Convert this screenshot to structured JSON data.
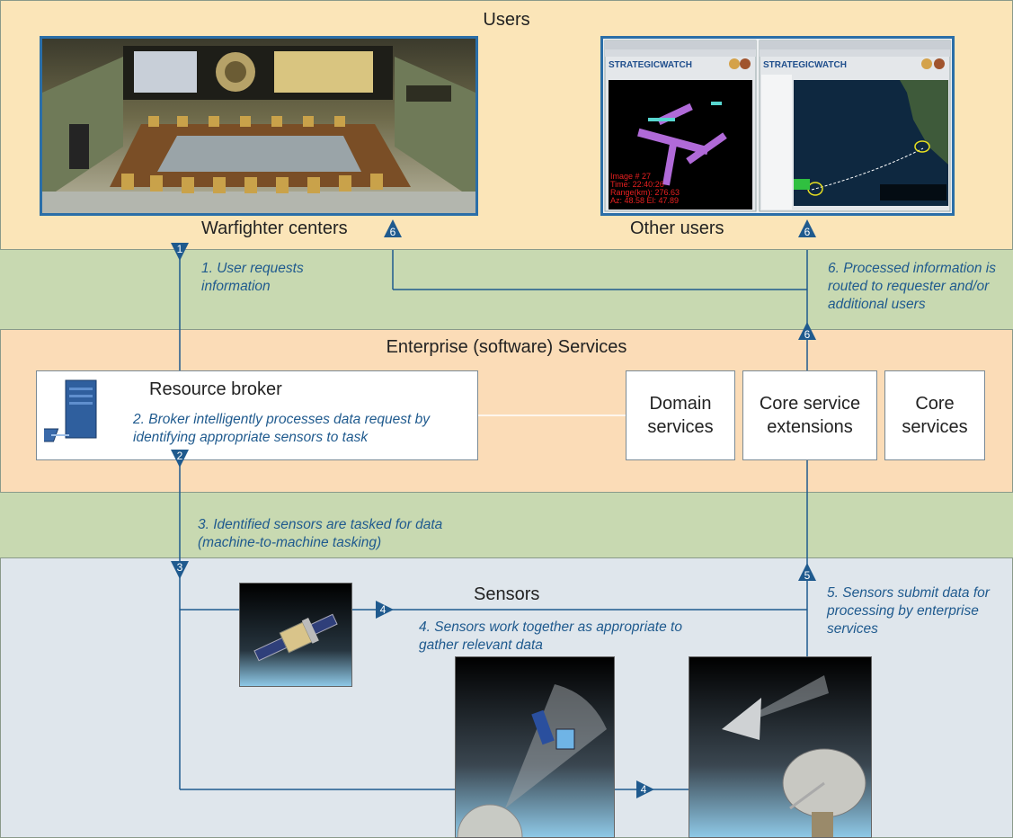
{
  "users": {
    "title": "Users",
    "warfighter_label": "Warfighter centers",
    "other_label": "Other users"
  },
  "screens": {
    "brand": "STRATEGICWATCH",
    "image_line1": "Image # 27",
    "image_line2": "Time: 22:40:26",
    "image_line3": "Range(km): 276.63",
    "image_line4": "Az: 48.58  El: 47.89"
  },
  "enterprise": {
    "title": "Enterprise (software) Services",
    "resource_broker": "Resource broker",
    "domain_services": "Domain services",
    "core_service_extensions": "Core service extensions",
    "core_services": "Core services"
  },
  "sensors": {
    "title": "Sensors"
  },
  "steps": {
    "s1": "1. User requests information",
    "s2": "2. Broker intelligently processes data request by identifying appropriate sensors to task",
    "s3": "3. Identified sensors are tasked for data (machine-to-machine tasking)",
    "s4": "4. Sensors work together as appropriate to gather relevant data",
    "s5": "5. Sensors submit data for processing by enterprise services",
    "s6": "6. Processed information is routed to requester and/or additional users"
  },
  "badges": {
    "b1": "1",
    "b2": "2",
    "b3": "3",
    "b4": "4",
    "b5": "5",
    "b6": "6"
  },
  "colors": {
    "users_band": "#fbe5b8",
    "enterprise_band": "#fbdcb7",
    "sensors_band": "#dfe6ec",
    "background": "#c8d9b1",
    "line": "#1f5a8e",
    "step_text": "#1f5a8e"
  }
}
